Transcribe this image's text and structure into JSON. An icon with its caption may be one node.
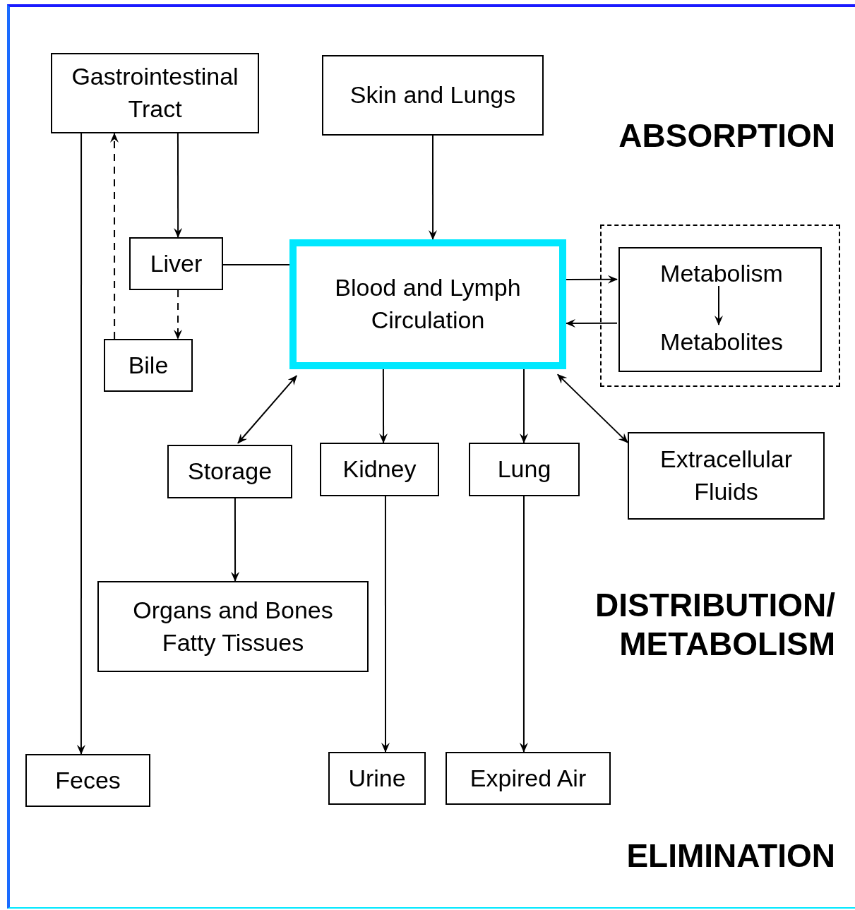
{
  "diagram": {
    "nodes": [
      {
        "text": [
          "Gastrointestinal Tract"
        ]
      },
      {
        "text": [
          "Skin and Lungs"
        ]
      },
      {
        "text": [
          "Liver"
        ]
      },
      {
        "text": [
          "Blood and Lymph Circulation"
        ]
      },
      {
        "text": [],
        "shape": "box"
      },
      {
        "text": [],
        "shape": "box",
        "in": 4
      },
      {
        "text": [
          "Metabolism"
        ],
        "in": 5
      },
      {
        "text": [
          "Metabolites"
        ],
        "in": 5
      },
      {
        "text": [
          "Bile"
        ]
      },
      {
        "text": [
          "Storage"
        ]
      },
      {
        "text": [
          "Kidney"
        ]
      },
      {
        "text": [
          "Lung"
        ]
      },
      {
        "text": [
          "Extracellular Fluids"
        ]
      },
      {
        "text": [
          "Organs and Bones Fatty Tissues"
        ]
      },
      {
        "text": [
          "Feces"
        ]
      },
      {
        "text": [
          "Urine"
        ]
      },
      {
        "text": [
          "Expired Air"
        ]
      }
    ],
    "edges": [
      {
        "from": 0,
        "to": 2,
        "arrow": "to"
      },
      {
        "from": 0,
        "to": 14,
        "arrow": "to"
      },
      {
        "from": 8,
        "to": 0,
        "arrow": "to",
        "style": "dashed"
      },
      {
        "from": 2,
        "to": 8,
        "arrow": "to",
        "style": "dashed"
      },
      {
        "from": 2,
        "to": 3,
        "arrow": "none"
      },
      {
        "from": 1,
        "to": 3,
        "arrow": "to"
      },
      {
        "from": 3,
        "to": 5,
        "arrow": "to"
      },
      {
        "from": 5,
        "to": 3,
        "arrow": "to"
      },
      {
        "from": 6,
        "to": 7,
        "arrow": "to"
      },
      {
        "from": 3,
        "to": 9,
        "arrow": "both"
      },
      {
        "from": 3,
        "to": 10,
        "arrow": "to"
      },
      {
        "from": 3,
        "to": 11,
        "arrow": "to"
      },
      {
        "from": 3,
        "to": 12,
        "arrow": "both"
      },
      {
        "from": 9,
        "to": 13,
        "arrow": "to"
      },
      {
        "from": 10,
        "to": 15,
        "arrow": "to"
      },
      {
        "from": 11,
        "to": 16,
        "arrow": "to"
      }
    ],
    "labels": [
      "ABSORPTION",
      "DISTRIBUTION/ METABOLISM",
      "ELIMINATION"
    ]
  }
}
